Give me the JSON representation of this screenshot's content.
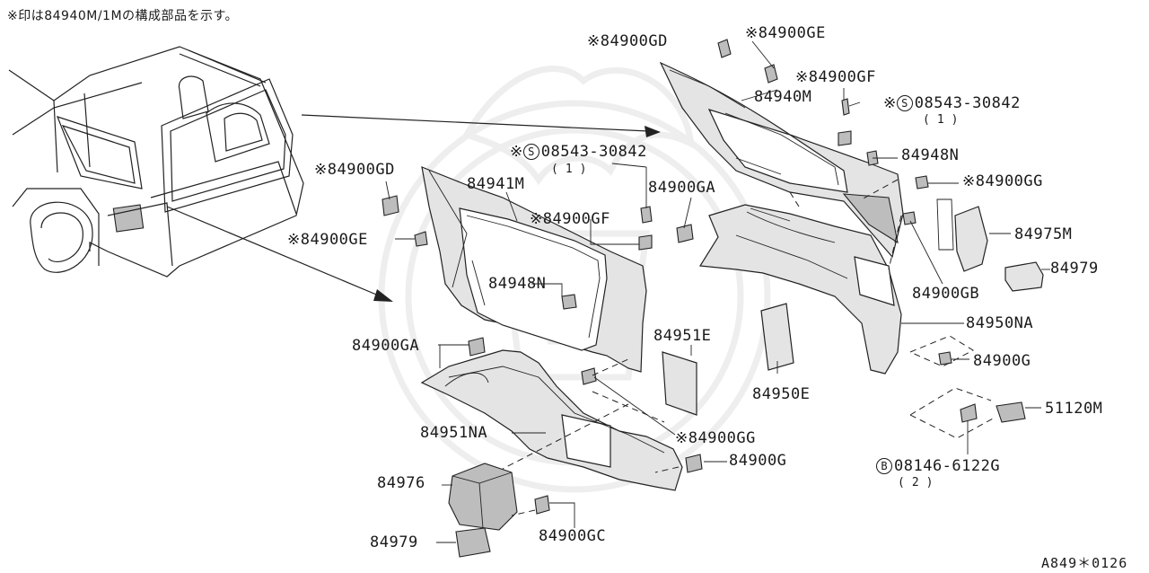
{
  "note": "※印は84940M/1Mの構成部品を示す。",
  "code": "A849＊0126",
  "labels": {
    "p84900GD_top": "※84900GD",
    "p84900GE_top": "※84900GE",
    "p84900GF_top": "※84900GF",
    "p84940M": "84940M",
    "p08543_top_star": "※",
    "p08543_top_circle": "S",
    "p08543_top": "08543-30842",
    "p08543_top_qty": "(1)",
    "p84948N_right": "84948N",
    "p84900GG_right": "※84900GG",
    "p84975M": "84975M",
    "p84979_right": "84979",
    "p84900GB": "84900GB",
    "p84950NA": "84950NA",
    "p84900G_right": "84900G",
    "p51120M": "51120M",
    "p08146_circle": "B",
    "p08146": "08146-6122G",
    "p08146_qty": "(2)",
    "p84950E": "84950E",
    "p08543_mid_star": "※",
    "p08543_mid_circle": "S",
    "p08543_mid": "08543-30842",
    "p08543_mid_qty": "(1)",
    "p84941M": "84941M",
    "p84900GA_mid": "84900GA",
    "p84900GF_mid": "※84900GF",
    "p84900GD_left": "※84900GD",
    "p84900GE_left": "※84900GE",
    "p84948N_mid": "84948N",
    "p84900GA_left": "84900GA",
    "p84951E": "84951E",
    "p84951NA": "84951NA",
    "p84900GG_mid": "※84900GG",
    "p84900G_mid": "84900G",
    "p84976": "84976",
    "p84979_left": "84979",
    "p84900GC": "84900GC"
  }
}
